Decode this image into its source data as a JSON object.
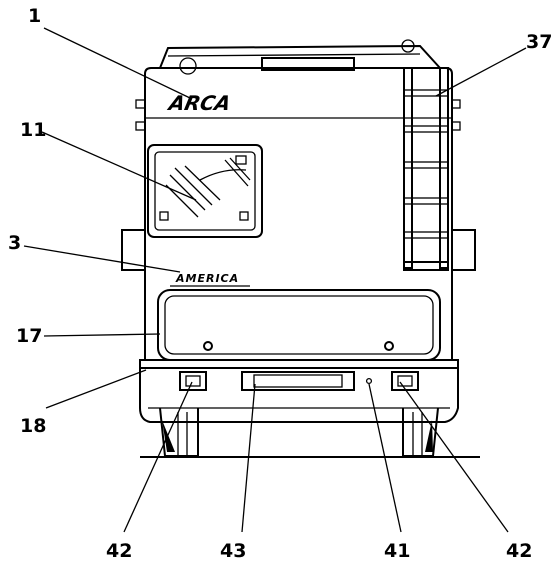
{
  "diagram": {
    "brand_logo": "ARCA",
    "model_badge": "AMERICA",
    "callouts": [
      {
        "id": "c1",
        "label": "1"
      },
      {
        "id": "c37",
        "label": "37"
      },
      {
        "id": "c11",
        "label": "11"
      },
      {
        "id": "c3",
        "label": "3"
      },
      {
        "id": "c17",
        "label": "17"
      },
      {
        "id": "c18",
        "label": "18"
      },
      {
        "id": "c42a",
        "label": "42"
      },
      {
        "id": "c43",
        "label": "43"
      },
      {
        "id": "c41",
        "label": "41"
      },
      {
        "id": "c42b",
        "label": "42"
      }
    ]
  }
}
